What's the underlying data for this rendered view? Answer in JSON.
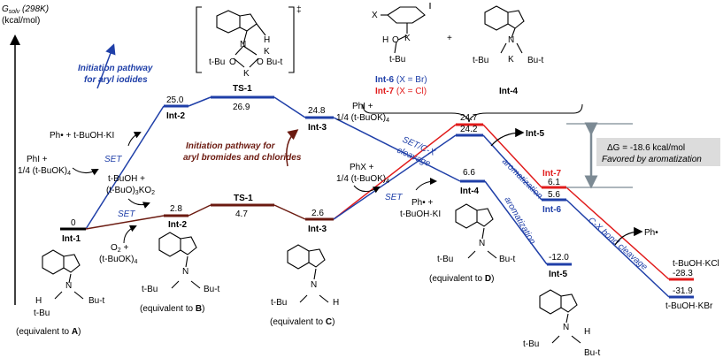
{
  "axis": {
    "label_line1": "G",
    "label_sub": "solv",
    "label_line1_tail": " (298K)",
    "label_line2": "(kcal/mol)"
  },
  "titles": {
    "iodide_line1": "Initiation pathway",
    "iodide_line2": "for aryl iodides",
    "bromide_line1": "Initiation pathway for",
    "bromide_line2": "aryl bromides and chlorides"
  },
  "levels": {
    "int1": {
      "name": "Int-1",
      "value": "0"
    },
    "int2_blue": {
      "name": "Int-2",
      "value": "25.0"
    },
    "ts1_blue": {
      "name": "TS-1",
      "value": "26.9"
    },
    "int3_blue": {
      "name": "Int-3",
      "value": "24.8"
    },
    "int2_brown": {
      "name": "Int-2",
      "value": "2.8"
    },
    "ts1_brown": {
      "name": "TS-1",
      "value": "4.7"
    },
    "int3_brown": {
      "name": "Int-3",
      "value": "2.6"
    },
    "int4": {
      "name": "Int-4",
      "value": "6.6"
    },
    "int5": {
      "name": "Int-5",
      "value": "-12.0"
    },
    "peak_red": {
      "value": "24.7"
    },
    "peak_blue": {
      "value": "24.2"
    },
    "int7": {
      "name": "Int-7",
      "value": "6.1"
    },
    "int6": {
      "name": "Int-6",
      "value": "5.6"
    },
    "end_red": {
      "value": "-28.3"
    },
    "end_blue": {
      "value": "-31.9"
    }
  },
  "labels": {
    "ph_kl": "Ph• + t-BuOH·KI",
    "set": "SET",
    "phi_l1": "PhI +",
    "phi_l2": "1/4 (t-BuOK)",
    "phi_l2_sub": "4",
    "tbuoh_l1": "t-BuOH +",
    "tbuoh_l2": "(t-BuO)",
    "tbuoh_l2_tail": "KO",
    "o2_l1": "O",
    "o2_l1_tail": " +",
    "o2_l2": "(t-BuOK)",
    "phi2_l1": "PhI +",
    "phi2_l2": "1/4 (t-BuOK)",
    "phx_l1": "PhX +",
    "phx_l2": "1/4 (t-BuOK)",
    "set_cx_l1": "SET/C-X",
    "set_cx_l2": "cleavage",
    "ph_kl2_l1": "Ph• +",
    "ph_kl2_l2": "t-BuOH·KI",
    "int5_label": "Int-5",
    "aromatization": "aromatization",
    "cx_bond": "C-X bond cleavage",
    "ph_dot": "Ph•",
    "tbuoh_kcl": "t-BuOH·KCl",
    "tbuoh_kbr": "t-BuOH·KBr",
    "int6_legend_a": "Int-6",
    "int6_legend_b": " (X = Br)",
    "int7_legend_a": "Int-7",
    "int7_legend_b": " (X = Cl)",
    "int4_struct": "Int-4",
    "ts_dagger": "‡",
    "eq_a": "(equivalent to ",
    "eq_a_b": "A",
    "eq_b_b": "B",
    "eq_c_b": "C",
    "eq_d_b": "D",
    "close_paren": ")",
    "tbu_o": "t-Bu",
    "o": "O",
    "k": "K",
    "n": "N",
    "h": "H",
    "obu": "O",
    "bu_t": "Bu-t",
    "x": "X",
    "plus": "+"
  },
  "delta_g": {
    "line1": "ΔG = -18.6 kcal/mol",
    "line2": "Favored by aromatization"
  },
  "colors": {
    "blue": "#1f3fa8",
    "red": "#e11b1b",
    "brown": "#6b1a10",
    "box": "#dcdcdc",
    "arrow_grey": "#7c8a94"
  }
}
